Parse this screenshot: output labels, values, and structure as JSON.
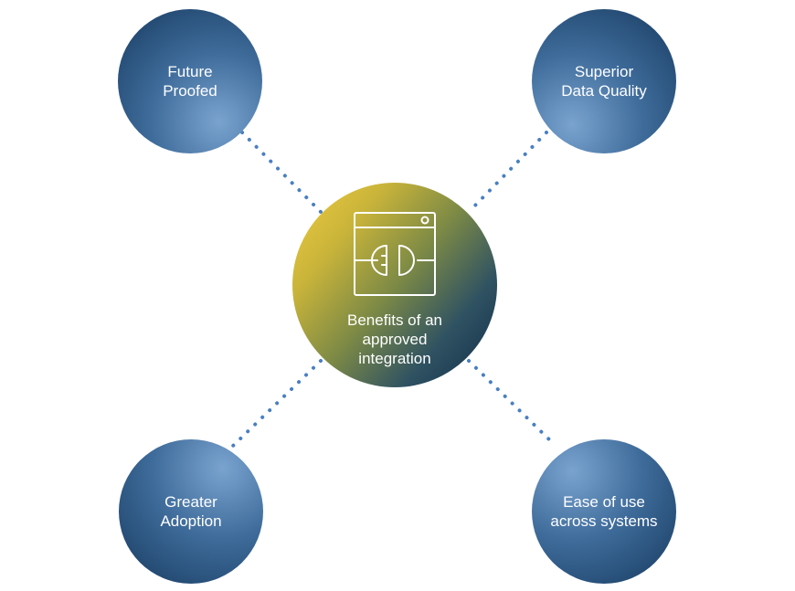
{
  "center": {
    "label": "Benefits of an\napproved\nintegration",
    "icon": "plug-window-icon"
  },
  "nodes": {
    "top_left": "Future\nProofed",
    "top_right": "Superior\nData Quality",
    "bottom_left": "Greater\nAdoption",
    "bottom_right": "Ease of use\nacross systems"
  },
  "colors": {
    "node_dark": "#163a5f",
    "node_light": "#7aa3cf",
    "center_gold": "#f2cd40",
    "center_navy": "#102a48",
    "connector": "#4a7fc1"
  }
}
